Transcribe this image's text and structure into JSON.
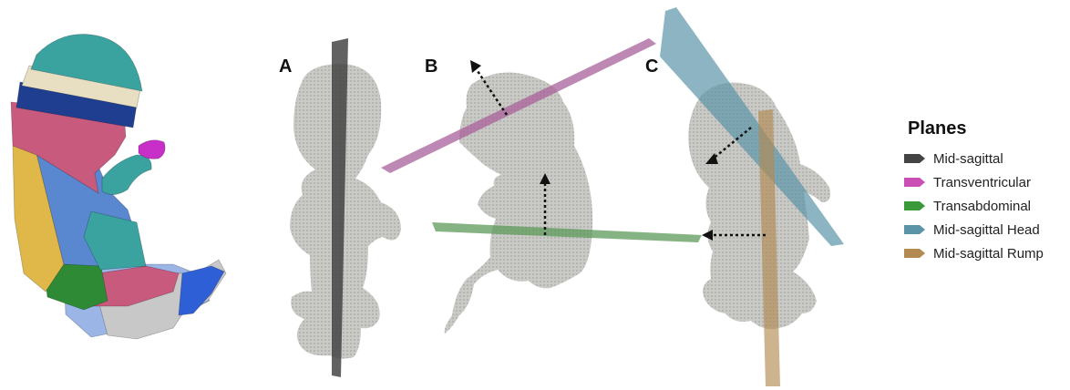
{
  "panels": [
    "A",
    "B",
    "C"
  ],
  "legend": {
    "title": "Planes",
    "items": [
      {
        "label": "Mid-sagittal",
        "color": "#444444"
      },
      {
        "label": "Transventricular",
        "color": "#c94fb5"
      },
      {
        "label": "Transabdominal",
        "color": "#3a9a3a"
      },
      {
        "label": "Mid-sagittal Head",
        "color": "#5b94a8"
      },
      {
        "label": "Mid-sagittal Rump",
        "color": "#b28a52"
      }
    ]
  },
  "segment_colors": {
    "teal": "#3aa3a0",
    "cream": "#e8dfc2",
    "navy": "#1f3e8f",
    "pink": "#c85a7e",
    "yellow": "#e0b84a",
    "blue": "#5a88d0",
    "green": "#2e8a34",
    "light_blue": "#9bb6e6",
    "magenta": "#c82ec8",
    "grey": "#c8c8c8",
    "bright_blue": "#2f5fd6"
  },
  "model_color": "#c4c4c0"
}
